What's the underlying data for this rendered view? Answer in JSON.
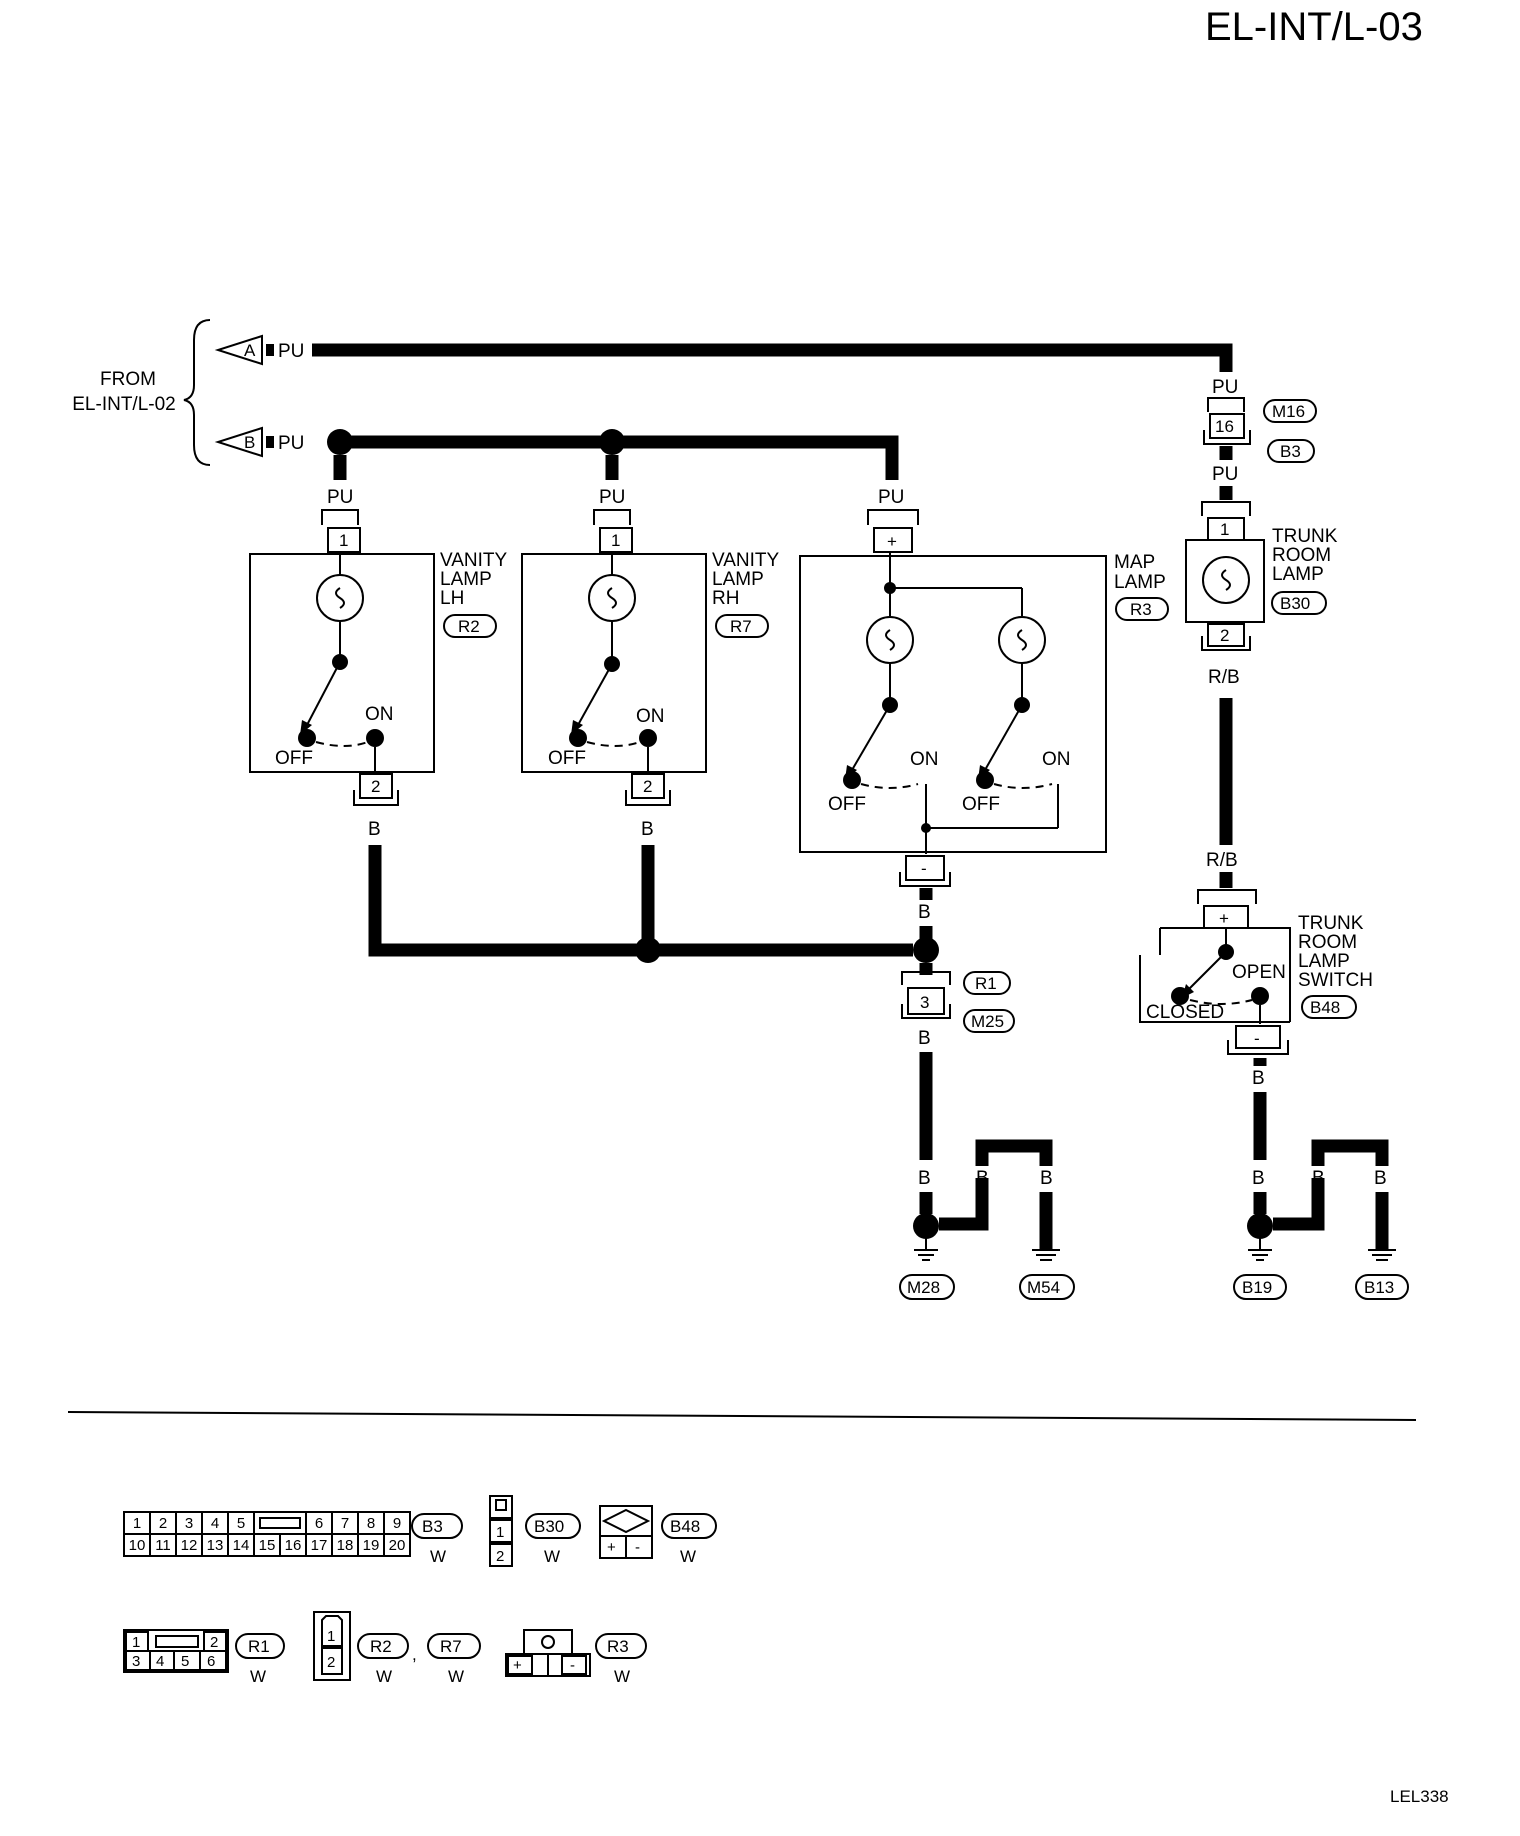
{
  "page": {
    "code": "EL-INT/L-03",
    "figure_id": "LEL338"
  },
  "from": {
    "line1": "FROM",
    "line2": "EL-INT/L-02",
    "arrow_a": "A",
    "arrow_b": "B"
  },
  "wire_colors": {
    "pu": "PU",
    "b": "B",
    "rb": "R/B"
  },
  "components": {
    "vanity_lh": {
      "line1": "VANITY",
      "line2": "LAMP",
      "line3": "LH",
      "code": "R2"
    },
    "vanity_rh": {
      "line1": "VANITY",
      "line2": "LAMP",
      "line3": "RH",
      "code": "R7"
    },
    "map_lamp": {
      "line1": "MAP",
      "line2": "LAMP",
      "code": "R3"
    },
    "trunk_lamp": {
      "line1": "TRUNK",
      "line2": "ROOM",
      "line3": "LAMP",
      "code": "B30"
    },
    "trunk_switch": {
      "line1": "TRUNK",
      "line2": "ROOM",
      "line3": "LAMP",
      "line4": "SWITCH",
      "code": "B48"
    }
  },
  "switch_states": {
    "on": "ON",
    "off": "OFF",
    "open": "OPEN",
    "closed": "CLOSED"
  },
  "pins": {
    "p1": "1",
    "p2": "2",
    "p3": "3",
    "p16": "16",
    "plus": "+",
    "minus": "-"
  },
  "connectors": {
    "m16": "M16",
    "b3": "B3",
    "r1": "R1",
    "m25": "M25"
  },
  "grounds": {
    "m28": "M28",
    "m54": "M54",
    "b19": "B19",
    "b13": "B13"
  },
  "connector_views": {
    "b3": {
      "code": "B3",
      "color": "W",
      "top_row": [
        "1",
        "2",
        "3",
        "4",
        "5",
        "6",
        "7",
        "8",
        "9"
      ],
      "bottom_row": [
        "10",
        "11",
        "12",
        "13",
        "14",
        "15",
        "16",
        "17",
        "18",
        "19",
        "20"
      ]
    },
    "b30": {
      "code": "B30",
      "color": "W",
      "pins": [
        "1",
        "2"
      ]
    },
    "b48": {
      "code": "B48",
      "color": "W",
      "pins": [
        "+",
        "-"
      ]
    },
    "r1": {
      "code": "R1",
      "color": "W",
      "top_row": [
        "1",
        "2"
      ],
      "bottom_row": [
        "3",
        "4",
        "5",
        "6"
      ]
    },
    "r2r7": {
      "code_a": "R2",
      "separator": ",",
      "code_b": "R7",
      "color_a": "W",
      "color_b": "W",
      "pins": [
        "1",
        "2"
      ]
    },
    "r3": {
      "code": "R3",
      "color": "W",
      "pins": [
        "+",
        "-"
      ]
    }
  }
}
